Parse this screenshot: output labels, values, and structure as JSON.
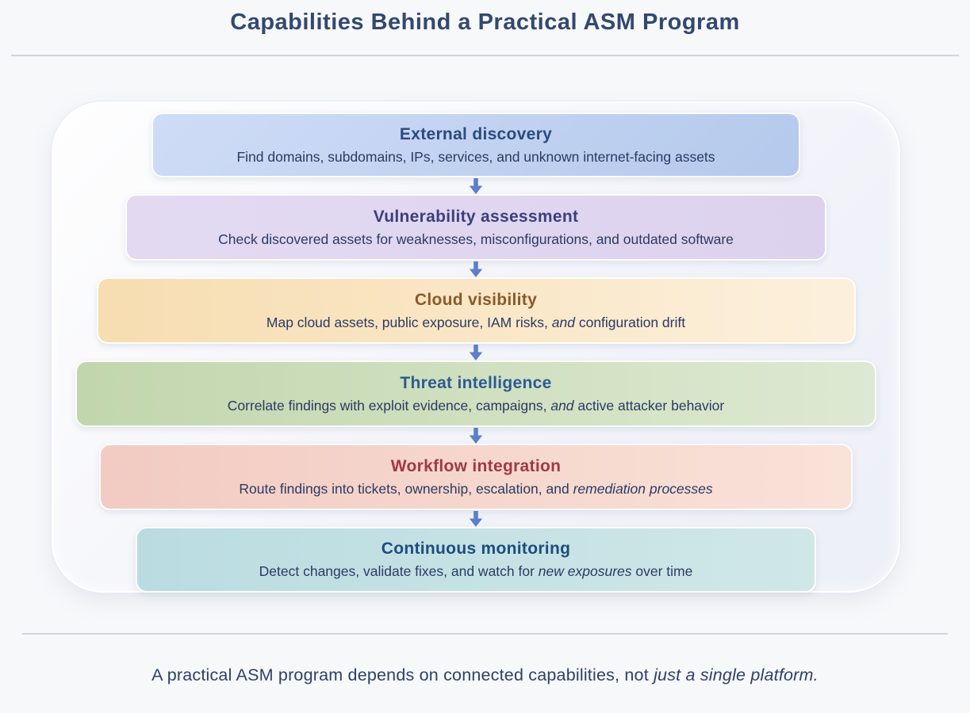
{
  "page": {
    "title": "Capabilities Behind a Practical ASM Program",
    "footer": {
      "prefix": "A practical ASM program depends on connected capabilities, not ",
      "italic": "just a single platform."
    }
  },
  "colors": {
    "arrow": "#5b7fc8",
    "title": "#33486f",
    "desc_text": "#2b3a63"
  },
  "flow": {
    "steps": [
      {
        "id": "external-discovery",
        "title": "External discovery",
        "title_color": "#2c4a80",
        "bg_from": "#cfdcf6",
        "bg_to": "#b4c9ec",
        "gradient_dir": "135deg",
        "desc_parts": [
          {
            "text": "Find domains, subdomains, IPs, services, and unknown internet-facing assets",
            "italic": false
          }
        ]
      },
      {
        "id": "vulnerability-assessment",
        "title": "Vulnerability assessment",
        "title_color": "#3c3f7d",
        "bg_from": "#e3daf2",
        "bg_to": "#dcd2ee",
        "gradient_dir": "to right",
        "desc_parts": [
          {
            "text": "Check discovered assets for weaknesses, misconfigurations, and outdated software",
            "italic": false
          }
        ]
      },
      {
        "id": "cloud-visibility",
        "title": "Cloud visibility",
        "title_color": "#8a5a28",
        "bg_from": "#f7ddb0",
        "bg_to": "#fcf0dd",
        "gradient_dir": "to right",
        "desc_parts": [
          {
            "text": "Map cloud assets, public exposure, IAM risks, ",
            "italic": false
          },
          {
            "text": "and",
            "italic": true
          },
          {
            "text": " configuration drift",
            "italic": false
          }
        ]
      },
      {
        "id": "threat-intelligence",
        "title": "Threat intelligence",
        "title_color": "#2e5a94",
        "bg_from": "#c2d6ad",
        "bg_to": "#dde9d2",
        "gradient_dir": "to right",
        "desc_parts": [
          {
            "text": "Correlate findings with exploit evidence, campaigns, ",
            "italic": false
          },
          {
            "text": "and",
            "italic": true
          },
          {
            "text": " active attacker behavior",
            "italic": false
          }
        ]
      },
      {
        "id": "workflow-integration",
        "title": "Workflow integration",
        "title_color": "#a13848",
        "bg_from": "#f2cbc2",
        "bg_to": "#f9e2d8",
        "gradient_dir": "to right",
        "desc_parts": [
          {
            "text": "Route findings into tickets, ownership, escalation, and ",
            "italic": false
          },
          {
            "text": "remediation processes",
            "italic": true
          }
        ]
      },
      {
        "id": "continuous-monitoring",
        "title": "Continuous monitoring",
        "title_color": "#1d4d7d",
        "bg_from": "#badce1",
        "bg_to": "#d0e7e8",
        "gradient_dir": "to right",
        "desc_parts": [
          {
            "text": "Detect changes, validate fixes, and watch for ",
            "italic": false
          },
          {
            "text": "new exposures",
            "italic": true
          },
          {
            "text": " over time",
            "italic": false
          }
        ]
      }
    ]
  }
}
